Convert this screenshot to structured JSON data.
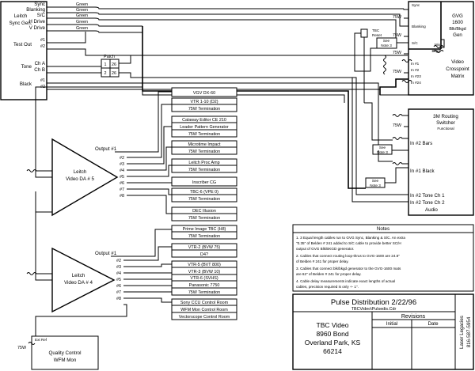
{
  "gen": {
    "name": [
      "Leitch",
      "Sync Gen."
    ],
    "outputs": [
      "Sync",
      "Blanking",
      "S/C",
      "H Drive",
      "V Drive"
    ],
    "wire_color": "Green",
    "test_out": "Test Out",
    "tone": "Tone",
    "black": "Black",
    "num1": "#1",
    "num2": "#2",
    "cha": "Ch A",
    "chb": "Ch B"
  },
  "patch": {
    "title": "Patch",
    "rows": [
      [
        "1",
        "26"
      ],
      [
        "2",
        "26"
      ]
    ]
  },
  "gvg": {
    "inputs": [
      "Sync",
      "Blanking",
      "S/C"
    ],
    "name": [
      "GVG",
      "1600",
      "Blk/Bkgd",
      "Gen"
    ],
    "crosspoint": [
      "Video",
      "Crosspoint",
      "Matrix"
    ],
    "mix": "Mix",
    "bkgd": "Bkgd",
    "inputs2": [
      "In #1",
      "In #2",
      "In #23",
      "In #24"
    ],
    "t75": "75W"
  },
  "tbc_reset": [
    "TBC",
    "Reset"
  ],
  "sav": [
    "See",
    "Note 3"
  ],
  "router": {
    "name": [
      "3M Routing",
      "Switcher",
      "Functional"
    ],
    "in_bars": "In #2  Bars",
    "in_black": "In #1  Black",
    "in_tone1": "In #2 Tone Ch 1",
    "in_tone2": "In #2 Tone Ch 2",
    "audio": "Audio",
    "t75": "75W"
  },
  "da5": {
    "label": [
      "Leitch",
      "Video DA # 5"
    ],
    "out1": "Output #1",
    "outs": [
      "#2",
      "#3",
      "#4",
      "#5",
      "#6",
      "#7",
      "#8"
    ]
  },
  "da4": {
    "label": [
      "Leitch",
      "Video DA # 4"
    ],
    "out1": "Output #1",
    "outs": [
      "#2",
      "#3",
      "#4",
      "#5",
      "#6",
      "#7",
      "#8"
    ]
  },
  "devices5": [
    [
      "VGV DX-60"
    ],
    [
      "VTR 1-10 (D2)",
      "75W Termination"
    ],
    [
      "Calaway Editor CE 210",
      "Leader Pattern Generator",
      "75W Termination"
    ],
    [
      "Microtime Impact",
      "75W Termination"
    ],
    [
      "Leitch Proc Amp",
      "75W Termination"
    ],
    [
      "Inscriber CG"
    ],
    [
      "TBC-6 (VPE 0)",
      "75W Termination"
    ],
    [
      "DEC Illusion",
      "75W Termination"
    ]
  ],
  "devices4": [
    [
      "Prime Image TBC (H8)",
      "75W Termination"
    ],
    [
      "VTR-2 (BVW 75)",
      "D4?"
    ],
    [
      "VTR-5 (BVT 800)",
      "VTR-3 (BVW 10)",
      "VTR-6 (SVHS)",
      "Panasonic 7750",
      "75W Termination"
    ],
    [
      "Sony CCU Control Room",
      "WFM Mon Control Room",
      "Vectorscope Control Room"
    ]
  ],
  "qc": {
    "bridge": "Ext Ref",
    "label": [
      "Quality Control",
      "WFM Mon"
    ],
    "t75": "75W"
  },
  "notes": {
    "title": "Notes",
    "items": [
      "1. 3 Equal length cables run to GVG Sync, Blanking & S/C. An extra",
      "   \"0.35\" of Belden # 241 added to S/C cable to provide better SC/H",
      "   output of GVG Blk/BKGD generator.",
      "2. Cables that connect routing loop-thrus to GVG-1600 are 24.8\"",
      "   of Belden # 241 for proper delay.",
      "3. Cables that connect blk/bkgd generator to the GVG-1600 mats",
      "   are 62\" of Belden # 241 for proper delay.",
      "4. Cable delay measurements indicate exact lengths of actual",
      "   cables, precision required is only +- 1\"."
    ]
  },
  "title_block": {
    "title": "Pulse Distribution 2/22/96",
    "path": "TBCVideo\\Pulsedis.Cdr",
    "company": [
      "TBC Video",
      "8960 Bond",
      "Overland Park, KS",
      "66214"
    ],
    "revisions": "Revisions",
    "initial": "Initial",
    "date": "Date",
    "side": [
      "Laser Legacies",
      "816-587-5954"
    ]
  }
}
